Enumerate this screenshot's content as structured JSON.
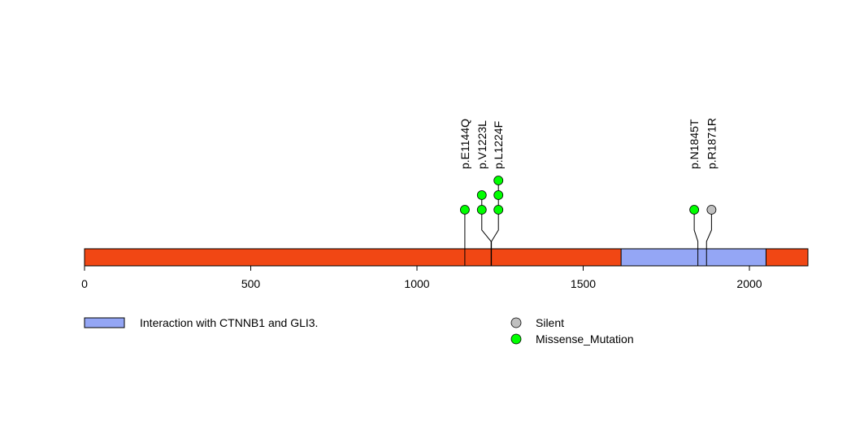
{
  "chart_data": {
    "type": "lollipop",
    "protein_length": 2176,
    "x_ticks": [
      0,
      500,
      1000,
      1500,
      2000
    ],
    "backbone_color": "#f14714",
    "domains": [
      {
        "name": "Interaction with CTNNB1 and GLI3.",
        "start": 1614,
        "end": 2050,
        "color": "#94a6f5"
      }
    ],
    "mutations": [
      {
        "label": "p.E1144Q",
        "position": 1144,
        "label_position": 1144,
        "count": 1,
        "type": "Missense_Mutation"
      },
      {
        "label": "p.V1223L",
        "position": 1223,
        "label_position": 1195,
        "count": 2,
        "type": "Missense_Mutation"
      },
      {
        "label": "p.L1224F",
        "position": 1224,
        "label_position": 1245,
        "count": 3,
        "type": "Missense_Mutation"
      },
      {
        "label": "p.N1845T",
        "position": 1845,
        "label_position": 1834,
        "count": 1,
        "type": "Missense_Mutation"
      },
      {
        "label": "p.R1871R",
        "position": 1871,
        "label_position": 1886,
        "count": 1,
        "type": "Silent"
      }
    ],
    "mutation_types": [
      {
        "name": "Silent",
        "color": "#c0c0c0"
      },
      {
        "name": "Missense_Mutation",
        "color": "#00ff00"
      }
    ]
  }
}
